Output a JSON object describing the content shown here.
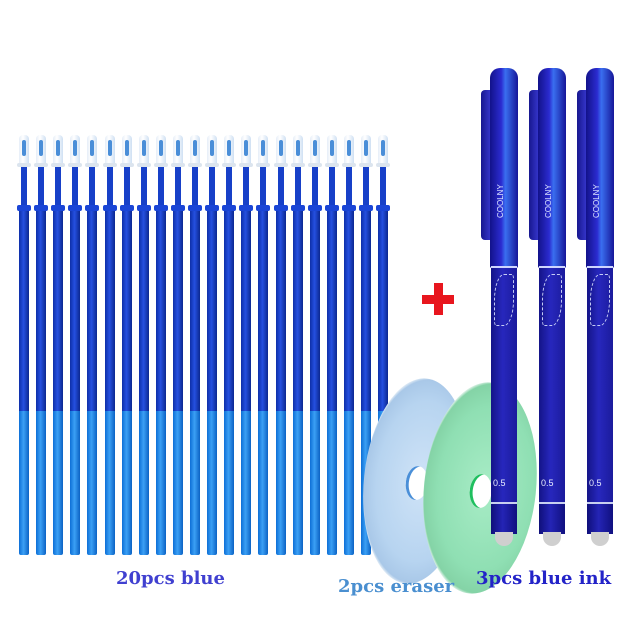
{
  "product": {
    "refills": {
      "count_shown": 22,
      "caption": "20pcs blue",
      "colors": {
        "dark": "#1a3fc4",
        "light": "#2d8de8",
        "tip": "#e6eef8"
      }
    },
    "erasers": {
      "caption": "2pcs eraser",
      "items": [
        {
          "color": "blue",
          "hex": "#b9d6f2"
        },
        {
          "color": "green",
          "hex": "#9fe4bf"
        }
      ]
    },
    "pens": {
      "caption": "3pcs blue ink",
      "count": 3,
      "brand": "COOLNY",
      "tip_size": "0.5",
      "body_color": "#2222b0"
    },
    "plus_symbol": {
      "glyph": "+",
      "color": "#e8161e"
    }
  },
  "captions": {
    "refills": "20pcs blue",
    "erasers": "2pcs eraser",
    "pens": "3pcs blue ink",
    "refills_color": "#4040d0",
    "erasers_color": "#4a8fd0",
    "pens_color": "#2323c8"
  }
}
